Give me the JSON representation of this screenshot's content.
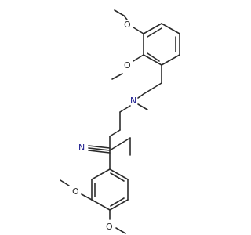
{
  "molecule": {
    "atoms": {
      "o_top_1": "O",
      "o_top_2": "O",
      "amine_n": "N",
      "nitrile_n": "N",
      "o_bottom_1": "O",
      "o_bottom_2": "O"
    }
  }
}
